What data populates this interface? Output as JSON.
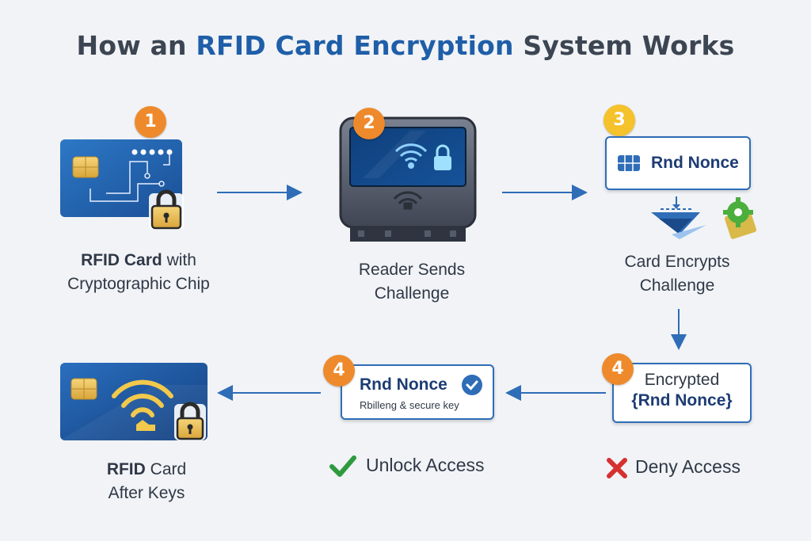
{
  "title": {
    "prefix": "How an ",
    "highlight": "RFID Card Encryption",
    "suffix": " System Works"
  },
  "steps": [
    {
      "number": "1",
      "caption_bold": "RFID Card",
      "caption_rest": " with",
      "caption_line2": "Cryptographic Chip"
    },
    {
      "number": "2",
      "caption_line1": "Reader Sends",
      "caption_line2": "Challenge"
    },
    {
      "number": "3",
      "box_label": "Rnd Nonce",
      "caption_line1": "Card Encrypts",
      "caption_line2": "Challenge"
    },
    {
      "number": "4",
      "box_line1": "Encrypted",
      "box_line2": "{Rnd Nonce}",
      "result_label": "Deny Access"
    },
    {
      "number": "4",
      "box_label": "Rnd Nonce",
      "box_sub": "Rbilleng & secure key",
      "result_label": "Unlock Access"
    },
    {
      "caption_bold": "RFID",
      "caption_rest": " Card",
      "caption_line2": "After Keys"
    }
  ],
  "colors": {
    "accent": "#1f5ea8",
    "badge_orange": "#ee8a2b",
    "badge_yellow": "#f5c22c",
    "check": "#2e9a3e",
    "cross": "#d63031"
  }
}
